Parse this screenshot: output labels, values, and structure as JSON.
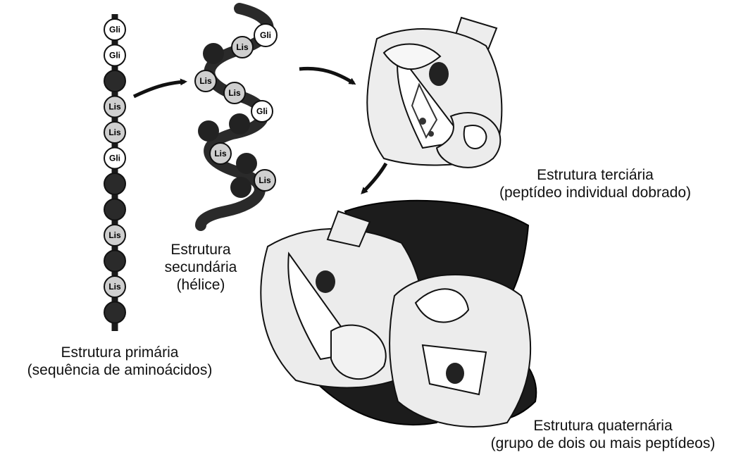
{
  "residue_labels": {
    "glycine": "Gli",
    "lysine": "Lis"
  },
  "primary_chain": [
    "Gli",
    "Gli",
    "dark",
    "Lis",
    "Lis",
    "Gli",
    "dark",
    "dark",
    "Lis",
    "dark",
    "Lis",
    "dark"
  ],
  "labels": {
    "primary": {
      "line1": "Estrutura primária",
      "line2": "(sequência de aminoácidos)"
    },
    "secondary": {
      "line1": "Estrutura",
      "line2": "secundária",
      "line3": "(hélice)"
    },
    "tertiary": {
      "line1": "Estrutura terciária",
      "line2": "(peptídeo individual dobrado)"
    },
    "quaternary": {
      "line1": "Estrutura quaternária",
      "line2": "(grupo de dois ou mais peptídeos)"
    }
  },
  "colors": {
    "dark_residue": "#2a2a2a",
    "light_residue": "#ffffff",
    "lysine_residue": "#cfcfcf",
    "ribbon_light": "#ededed",
    "ribbon_dark": "#1c1c1c",
    "arrow": "#111111"
  }
}
